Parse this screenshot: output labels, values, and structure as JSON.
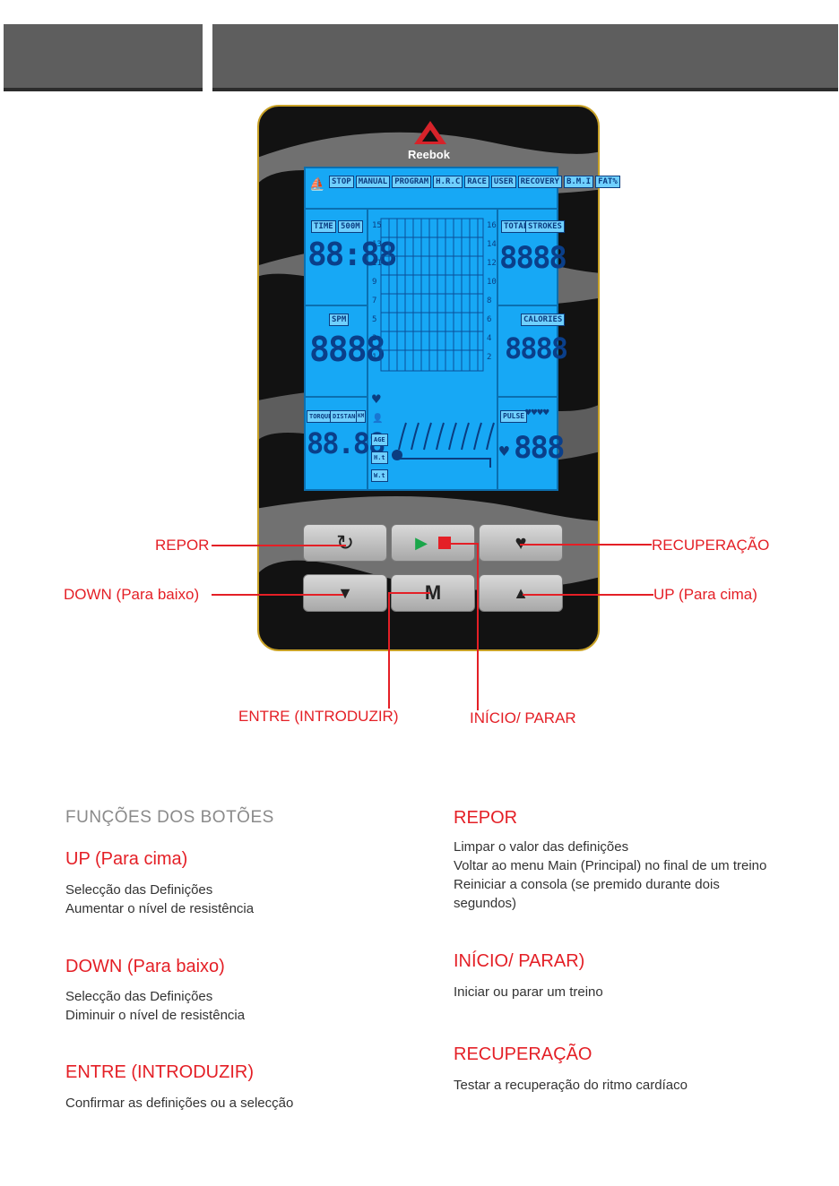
{
  "console": {
    "brand": "Reebok",
    "lcd": {
      "mode_tabs": [
        "STOP",
        "MANUAL",
        "PROGRAM",
        "H.R.C",
        "RACE",
        "USER",
        "RECOVERY",
        "B.M.I",
        "FAT%"
      ],
      "time_label": "TIME",
      "split_label": "500M",
      "time_value": "88:88",
      "spm_label": "SPM",
      "spm_value": "8888",
      "torque_label": "TORQUE",
      "distance_label": "DISTANCE",
      "km_label": "KM",
      "distance_value": "88.88",
      "total_label": "TOTAL",
      "strokes_label": "STROKES",
      "strokes_value": "8888",
      "calories_label": "CALORIES",
      "calories_value": "8888",
      "pulse_label": "PULSE",
      "pulse_value": "888",
      "age_label": "AGE",
      "ht_label": "H.t",
      "wt_label": "W.t",
      "left_levels": [
        "15",
        "13",
        "11",
        "9",
        "7",
        "5",
        "3",
        "1"
      ],
      "right_levels": [
        "16",
        "14",
        "12",
        "10",
        "8",
        "6",
        "4",
        "2"
      ]
    }
  },
  "callouts": {
    "repor": "REPOR",
    "down": "DOWN (Para baixo)",
    "recuperacao": "RECUPERAÇÃO",
    "up": "UP (Para cima)",
    "entre": "ENTRE (INTRODUZIR)",
    "inicio": "INÍCIO/ PARAR"
  },
  "functions": {
    "heading": "FUNÇÕES DOS BOTÕES",
    "up": {
      "title": "UP (Para cima)",
      "lines": [
        "Selecção das Definições",
        "Aumentar o nível de resistência"
      ]
    },
    "down": {
      "title": "DOWN (Para baixo)",
      "lines": [
        "Selecção das Definições",
        "Diminuir o nível de resistência"
      ]
    },
    "entre": {
      "title": "ENTRE (INTRODUZIR)",
      "lines": [
        "Confirmar as definições ou a selecção"
      ]
    },
    "repor": {
      "title": "REPOR",
      "lines": [
        "Limpar o valor das definições",
        "Voltar ao menu Main (Principal) no final de um treino",
        "Reiniciar a consola (se premido durante dois",
        "segundos)"
      ]
    },
    "inicio": {
      "title": "INÍCIO/ PARAR)",
      "lines": [
        "Iniciar ou parar um treino"
      ]
    },
    "recuperacao": {
      "title": "RECUPERAÇÃO",
      "lines": [
        "Testar a recuperação do ritmo cardíaco"
      ]
    }
  },
  "colors": {
    "accent": "#e41f26",
    "lcd": "#17a8f5",
    "header": "#5e5e5e"
  },
  "icons": {
    "reset": "reset-icon",
    "play": "play-icon",
    "stop": "stop-icon",
    "heart": "heart-icon",
    "down": "chevron-down-icon",
    "mode": "m-icon",
    "up": "chevron-up-icon"
  }
}
